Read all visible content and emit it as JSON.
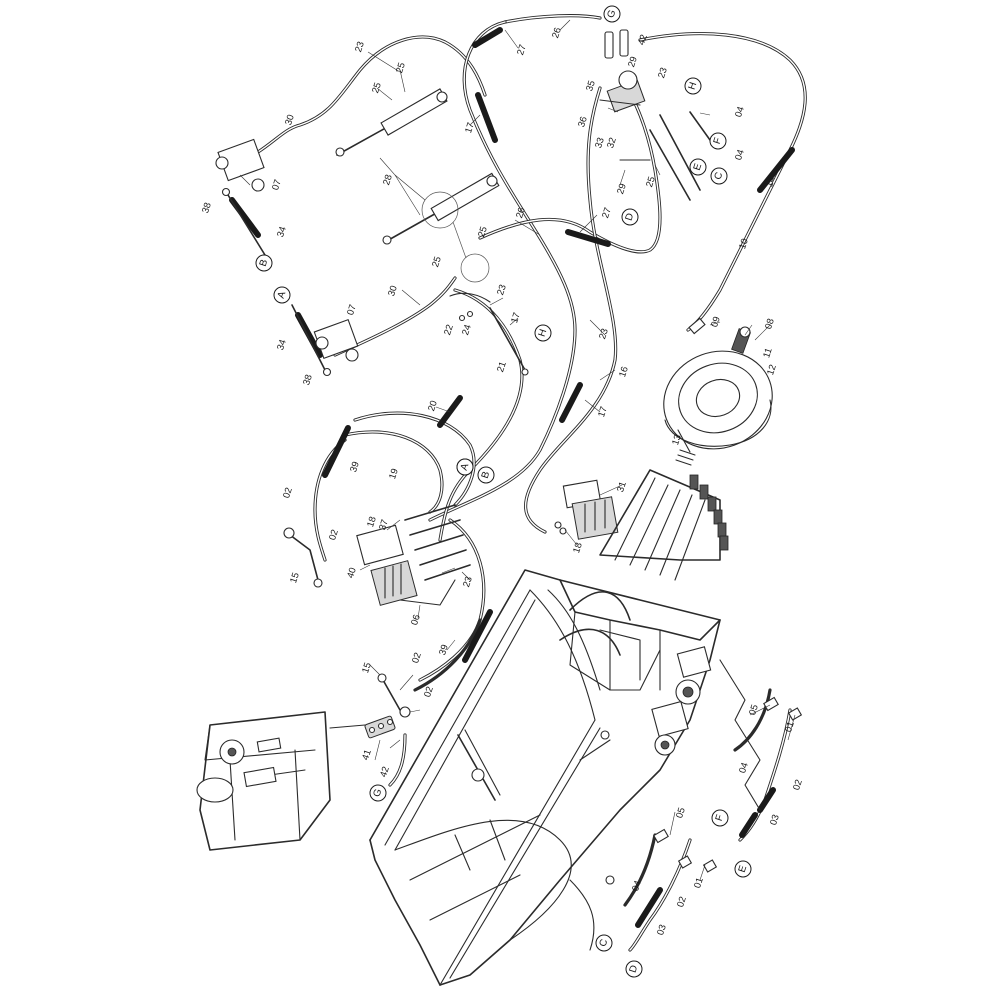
{
  "callouts": [
    {
      "t": "23",
      "r": -72
    },
    {
      "t": "27",
      "r": -72
    },
    {
      "t": "26",
      "r": -72
    },
    {
      "t": "42",
      "r": -72
    },
    {
      "t": "25",
      "r": -72
    },
    {
      "t": "25",
      "r": -72
    },
    {
      "t": "29",
      "r": -72
    },
    {
      "t": "23",
      "r": -72
    },
    {
      "t": "35",
      "r": -72
    },
    {
      "t": "30",
      "r": -72
    },
    {
      "t": "36",
      "r": -72
    },
    {
      "t": "04",
      "r": -72
    },
    {
      "t": "33",
      "r": -72
    },
    {
      "t": "32",
      "r": -72
    },
    {
      "t": "17",
      "r": -72
    },
    {
      "t": "04",
      "r": -72
    },
    {
      "t": "07",
      "r": -72
    },
    {
      "t": "28",
      "r": -72
    },
    {
      "t": "29",
      "r": -72
    },
    {
      "t": "25",
      "r": -72
    },
    {
      "t": "14",
      "r": -72
    },
    {
      "t": "38",
      "r": -72
    },
    {
      "t": "34",
      "r": -72
    },
    {
      "t": "26",
      "r": -72
    },
    {
      "t": "27",
      "r": -72
    },
    {
      "t": "25",
      "r": -72
    },
    {
      "t": "10",
      "r": -72
    },
    {
      "t": "25",
      "r": -72
    },
    {
      "t": "30",
      "r": -72
    },
    {
      "t": "23",
      "r": -72
    },
    {
      "t": "07",
      "r": -72
    },
    {
      "t": "22",
      "r": -72
    },
    {
      "t": "24",
      "r": -72
    },
    {
      "t": "17",
      "r": -72
    },
    {
      "t": "09",
      "r": -72
    },
    {
      "t": "08",
      "r": -72
    },
    {
      "t": "23",
      "r": -72
    },
    {
      "t": "34",
      "r": -72
    },
    {
      "t": "11",
      "r": -72
    },
    {
      "t": "21",
      "r": -72
    },
    {
      "t": "16",
      "r": -72
    },
    {
      "t": "38",
      "r": -72
    },
    {
      "t": "12",
      "r": -72
    },
    {
      "t": "20",
      "r": -72
    },
    {
      "t": "17",
      "r": -72
    },
    {
      "t": "13",
      "r": -72
    },
    {
      "t": "39",
      "r": -72
    },
    {
      "t": "19",
      "r": -72
    },
    {
      "t": "02",
      "r": -72
    },
    {
      "t": "31",
      "r": -72
    },
    {
      "t": "18",
      "r": -72
    },
    {
      "t": "37",
      "r": -72
    },
    {
      "t": "02",
      "r": -72
    },
    {
      "t": "18",
      "r": -72
    },
    {
      "t": "15",
      "r": -72
    },
    {
      "t": "40",
      "r": -72
    },
    {
      "t": "23",
      "r": -72
    },
    {
      "t": "06",
      "r": -72
    },
    {
      "t": "39",
      "r": -72
    },
    {
      "t": "15",
      "r": -72
    },
    {
      "t": "02",
      "r": -72
    },
    {
      "t": "02",
      "r": -72
    },
    {
      "t": "05",
      "r": -72
    },
    {
      "t": "01",
      "r": -72
    },
    {
      "t": "41",
      "r": -72
    },
    {
      "t": "42",
      "r": -72
    },
    {
      "t": "04",
      "r": -72
    },
    {
      "t": "02",
      "r": -72
    },
    {
      "t": "03",
      "r": -72
    },
    {
      "t": "05",
      "r": -72
    },
    {
      "t": "01",
      "r": -72
    },
    {
      "t": "04",
      "r": -72
    },
    {
      "t": "02",
      "r": -72
    },
    {
      "t": "03",
      "r": -72
    }
  ],
  "connectors": [
    "G",
    "H",
    "F",
    "C",
    "E",
    "D",
    "B",
    "A",
    "A",
    "H",
    "A",
    "B",
    "G",
    "E",
    "F",
    "C",
    "D"
  ]
}
